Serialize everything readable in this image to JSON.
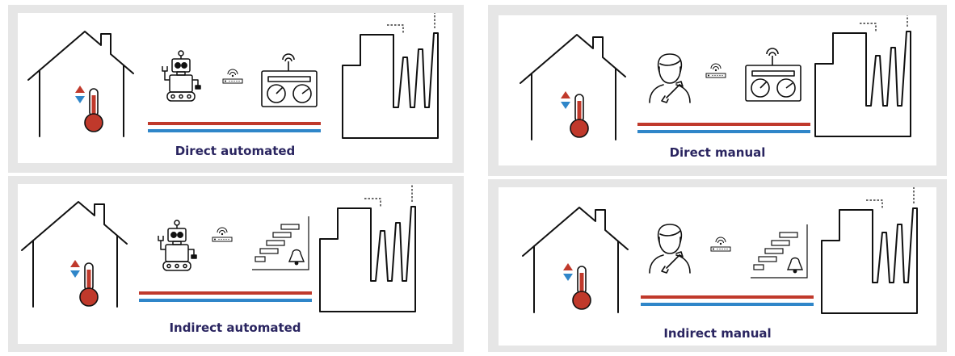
{
  "colors": {
    "hot": "#c0392b",
    "cold": "#2f86c9",
    "stroke": "#111111",
    "caption": "#2a2560",
    "panel": "#e6e6e6"
  },
  "icons": [
    "house-icon",
    "thermometer-icon",
    "robot-icon",
    "person-wrench-icon",
    "wifi-router-icon",
    "remote-control-icon",
    "gantt-chart-icon",
    "bell-icon",
    "factory-icon"
  ],
  "scenarios": {
    "direct_automated": {
      "label": "Direct automated"
    },
    "indirect_automated": {
      "label": "Indirect automated"
    },
    "direct_manual": {
      "label": "Direct manual"
    },
    "indirect_manual": {
      "label": "Indirect manual"
    }
  }
}
